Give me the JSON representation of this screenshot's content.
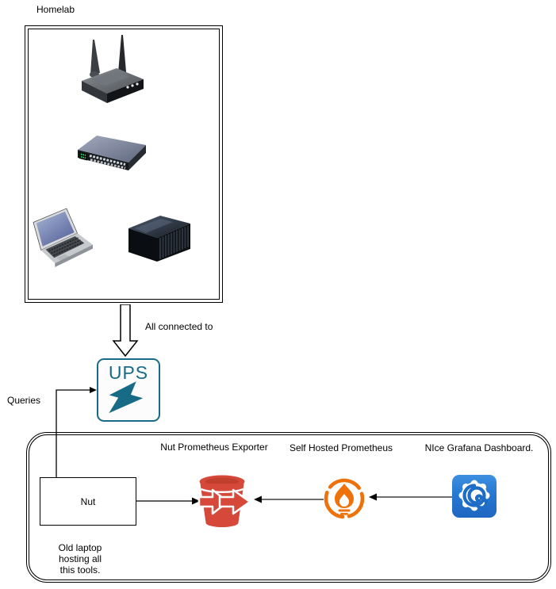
{
  "homelab": {
    "label": "Homelab",
    "devices": [
      "wireless-router",
      "network-switch",
      "laptop",
      "rack-server"
    ]
  },
  "connections": {
    "all_connected_label": "All connected to",
    "queries_label": "Queries"
  },
  "ups": {
    "label": "UPS",
    "icon": "lightning-bolt-icon",
    "color": "#176B87"
  },
  "hosting_box": {
    "nut_label": "Nut",
    "exporter_label": "Nut Prometheus Exporter",
    "prometheus_label": "Self Hosted Prometheus",
    "grafana_label": "NIce Grafana Dashboard.",
    "note": "Old laptop\nhosting all\nthis tools.",
    "icons": {
      "exporter": {
        "name": "prometheus-exporter-icon",
        "color": "#D6493A"
      },
      "prometheus": {
        "name": "prometheus-icon",
        "color": "#EE7109"
      },
      "grafana": {
        "name": "grafana-icon",
        "color_top": "#3D90E0",
        "color_bottom": "#1E66C2"
      }
    }
  }
}
